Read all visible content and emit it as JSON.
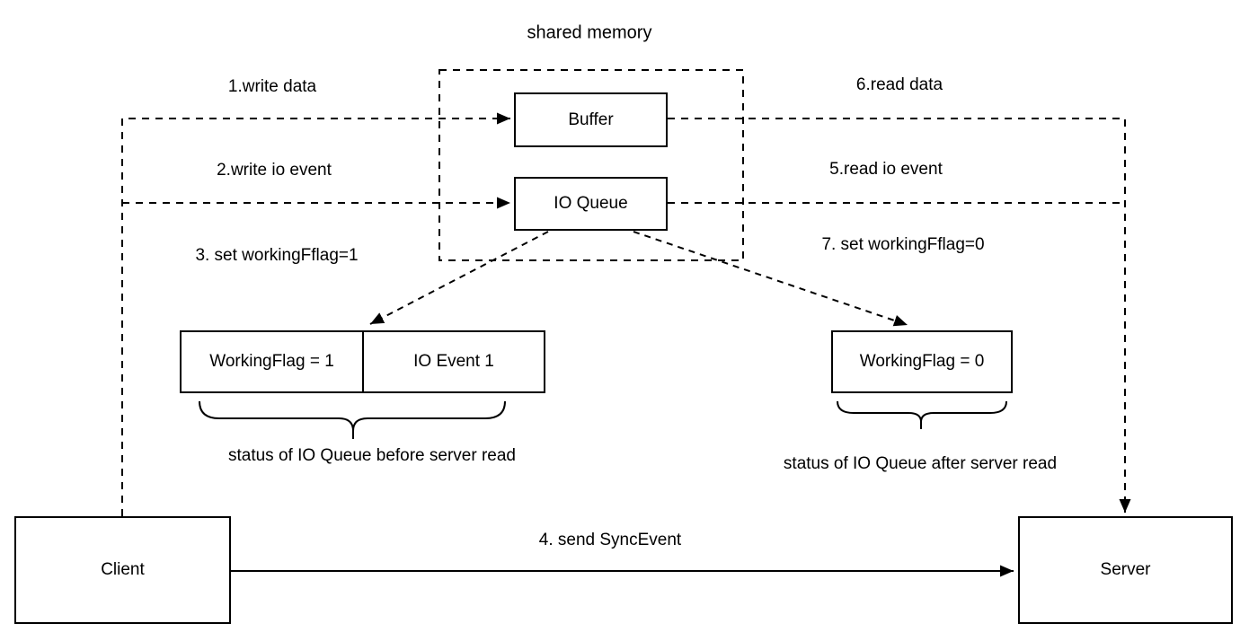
{
  "diagram": {
    "title": "shared memory",
    "nodes": {
      "buffer": "Buffer",
      "io_queue": "IO Queue",
      "client": "Client",
      "server": "Server"
    },
    "status_before": {
      "working_flag": "WorkingFlag = 1",
      "io_event": "IO Event 1",
      "caption": "status of IO Queue before server read"
    },
    "status_after": {
      "working_flag": "WorkingFlag = 0",
      "caption": "status of IO Queue after server read"
    },
    "edge_labels": {
      "step1": "1.write data",
      "step2": "2.write io event",
      "step3": "3. set workingFflag=1",
      "step4": "4. send SyncEvent",
      "step5": "5.read io event",
      "step6": "6.read data",
      "step7": "7. set workingFflag=0"
    },
    "colors": {
      "line": "#000000",
      "background": "#ffffff",
      "box_fill": "#ffffff",
      "text": "#000000"
    }
  }
}
